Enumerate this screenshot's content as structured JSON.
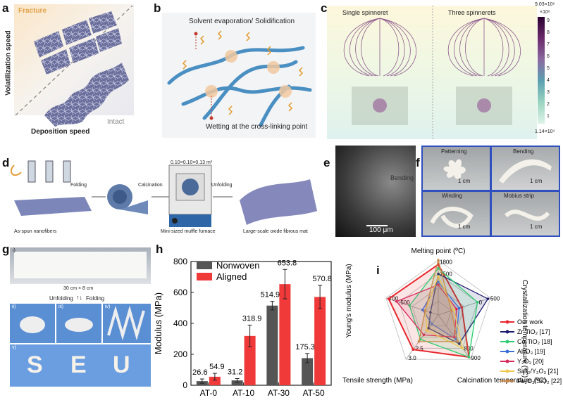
{
  "panels": {
    "a": {
      "label": "a",
      "fracture": "Fracture",
      "intact": "Intact",
      "ylabel": "Volatilization speed",
      "xlabel": "Deposition speed"
    },
    "b": {
      "label": "b",
      "top_text": "Solvent evaporation/ Solidification",
      "bottom_text": "Wetting at the cross-linking point"
    },
    "c": {
      "label": "c",
      "left_title": "Single spinneret",
      "right_title": "Three spinnerets",
      "cbar_top": "9.03×10⁶",
      "cbar_exp": "×10⁶",
      "cbar_bottom": "1.14×10⁴",
      "cbar_ticks": [
        "9",
        "8",
        "7",
        "6",
        "5",
        "4",
        "3",
        "2",
        "1"
      ]
    },
    "d": {
      "label": "d",
      "folding": "Folding",
      "calcination": "Calcination",
      "unfolding": "Unfolding",
      "furnace_dim": "0.10×0.10×0.13 m³",
      "cap_left": "As-spun nanofibers",
      "cap_mid": "Mini-sized muffle furnace",
      "cap_right": "Large-scale oxide fibrous mat"
    },
    "e": {
      "label": "e",
      "bending": "Bending",
      "scale": "100 μm"
    },
    "f": {
      "label": "f",
      "items": [
        "Patterning",
        "Bending",
        "Winding",
        "Mobius strip"
      ],
      "scale": "1 cm"
    },
    "g": {
      "label": "g",
      "sub": [
        "i)",
        "ii)",
        "iii)",
        "iv)",
        "v)"
      ],
      "size": "30 cm × 8 cm",
      "unfolding": "Unfolding",
      "folding": "Folding",
      "letters": [
        "S",
        "E",
        "U"
      ]
    },
    "h": {
      "label": "h"
    },
    "i": {
      "label": "i"
    }
  },
  "chart_data": [
    {
      "type": "bar",
      "categories": [
        "AT-0",
        "AT-10",
        "AT-30",
        "AT-50"
      ],
      "series": [
        {
          "name": "Nonwoven",
          "color": "#555555",
          "values": [
            26.6,
            31.2,
            514.9,
            175.3
          ],
          "errors": [
            14,
            12,
            28,
            30
          ]
        },
        {
          "name": "Aligned",
          "color": "#f03a3a",
          "values": [
            54.9,
            318.9,
            653.8,
            570.8
          ],
          "errors": [
            22,
            70,
            95,
            75
          ]
        }
      ],
      "data_labels": {
        "Nonwoven": [
          "26.6",
          "31.2",
          "514.9",
          "175.3"
        ],
        "Aligned": [
          "54.9",
          "318.9",
          "653.8",
          "570.8"
        ]
      },
      "ylabel": "Modulus (MPa)",
      "ylim": [
        0,
        800
      ],
      "yticks": [
        "0",
        "200",
        "400",
        "600",
        "800"
      ],
      "legend": "top-left"
    },
    {
      "type": "radar",
      "axes": [
        {
          "name": "Melting point (ºC)",
          "ticks": [
            "1500",
            "1800"
          ]
        },
        {
          "name": "Crystallization temperature (ºC)",
          "ticks": [
            "0",
            "500"
          ]
        },
        {
          "name": "Calcination temperature (ºC)",
          "ticks": [
            "800",
            "900"
          ]
        },
        {
          "name": "Tensile strength (MPa)",
          "ticks": [
            "2.5",
            "3.0"
          ]
        },
        {
          "name": "Young's modulus (MPa)",
          "ticks": [
            "500",
            "700"
          ]
        }
      ],
      "series": [
        {
          "name": "Our work",
          "color": "#e8262d",
          "values": [
            0.92,
            0.45,
            0.95,
            0.78,
            0.95
          ]
        },
        {
          "name": "Zr-TiO₂",
          "ref": "[17]",
          "color": "#1a1a6e",
          "values": [
            0.75,
            0.95,
            0.65,
            0.3,
            0.15
          ]
        },
        {
          "name": "Co-TiO₂",
          "ref": "[18]",
          "color": "#2ecc71",
          "values": [
            0.85,
            0.75,
            0.95,
            0.55,
            0.55
          ]
        },
        {
          "name": "Al₂O₃",
          "ref": "[19]",
          "color": "#3a6fd8",
          "values": [
            0.6,
            0.4,
            0.55,
            0.2,
            0.3
          ]
        },
        {
          "name": "Y₂O₃",
          "ref": "[20]",
          "color": "#d62a5a",
          "values": [
            0.55,
            0.35,
            0.5,
            0.45,
            0.8
          ]
        },
        {
          "name": "SiO₂/Y₂O₃",
          "ref": "[21]",
          "color": "#f0c850",
          "values": [
            0.7,
            0.3,
            0.75,
            0.35,
            0.25
          ]
        },
        {
          "name": "Fe₂O₃/SiO₂",
          "ref": "[22]",
          "color": "#c88a4a",
          "values": [
            1.0,
            0.25,
            0.6,
            0.6,
            0.25
          ]
        }
      ]
    }
  ]
}
